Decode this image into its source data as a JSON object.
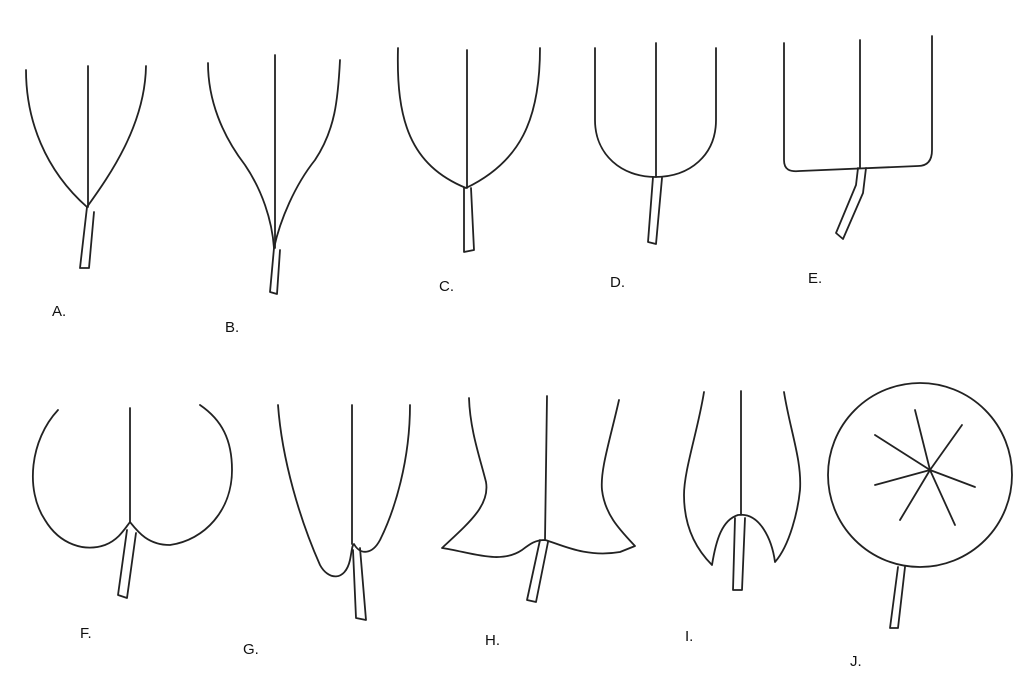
{
  "labels": {
    "A": "A.",
    "B": "B.",
    "C": "C.",
    "D": "D.",
    "E": "E.",
    "F": "F.",
    "G": "G.",
    "H": "H.",
    "I": "I.",
    "J": "J."
  }
}
